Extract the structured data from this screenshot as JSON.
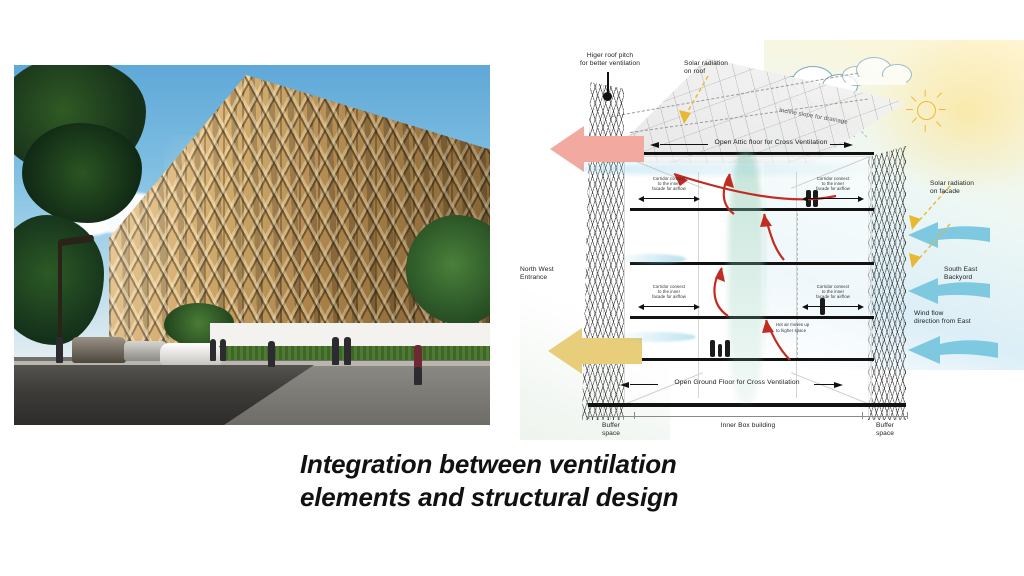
{
  "slide": {
    "caption": "Integration between ventilation\nelements and structural design",
    "caption_line1": "Integration between ventilation",
    "caption_line2": "elements and structural design",
    "background_color": "#ffffff"
  },
  "photo": {
    "alt_description": "Architectural render of a timber diagrid facade building along a street with cars, pedestrians, trees and blue sky",
    "subjects": [
      "timber-diagrid-facade",
      "street",
      "cars",
      "pedestrians",
      "trees",
      "hedge",
      "white-wall",
      "sky",
      "clouds"
    ],
    "palette": {
      "sky_top": "#5fa8d8",
      "sky_bottom": "#e6eef2",
      "timber_light": "#e8c88a",
      "timber_dark": "#8d6b3c",
      "road": "#3f3d3a",
      "hedge": "#4f7a32"
    }
  },
  "diagram": {
    "title": "Ventilation section diagram",
    "labels": {
      "roof_pitch": "Higer roof pitch\nfor better ventilation",
      "roof_pitch_line1": "Higer roof pitch",
      "roof_pitch_line2": "for better ventilation",
      "solar_roof": "Solar radiation\non roof",
      "solar_roof_line1": "Solar radiation",
      "solar_roof_line2": "on roof",
      "incline_slope": "Incline slope for drainage",
      "solar_facade": "Solar radiation\non facade",
      "solar_facade_line1": "Solar radiation",
      "solar_facade_line2": "on facade",
      "north_west_entrance": "North West\nEntrance",
      "north_west_entrance_line1": "North West",
      "north_west_entrance_line2": "Entrance",
      "south_east_backyard": "South East\nBackyord",
      "south_east_backyard_line1": "South East",
      "south_east_backyard_line2": "Backyord",
      "wind_flow": "Wind flow\ndirection from East",
      "wind_flow_line1": "Wind flow",
      "wind_flow_line2": "direction from East",
      "open_attic": "Open Attic floor for Cross Ventilation",
      "open_ground": "Open Ground Floor for Cross Ventilation",
      "corridor_left": "Corridor connect\nto the inner\nfacade for airflow",
      "corridor_left_line1": "Corridor connect",
      "corridor_left_line2": "to the inner",
      "corridor_left_line3": "facade for airflow",
      "corridor_right": "Corridor connect\nto the inner\nfacade for airflow",
      "corridor_right_line1": "Corridor connect",
      "corridor_right_line2": "to the inner",
      "corridor_right_line3": "facade for airflow",
      "corridor_lower_left": "Corridor connect\nto the inner\nfacade for airflow",
      "corridor_lower_left_line1": "Corridor connect",
      "corridor_lower_left_line2": "to the inner",
      "corridor_lower_left_line3": "facade for airflow",
      "corridor_lower_right": "Corridor connect\nto the inner\nfacade for airflow",
      "corridor_lower_right_line1": "Corridor connect",
      "corridor_lower_right_line2": "to the inner",
      "corridor_lower_right_line3": "facade for airflow",
      "hot_air": "Hot air moves up\nto higher space",
      "hot_air_line1": "Hot air moves up",
      "hot_air_line2": "to higher space",
      "buffer_space_left": "Buffer\nspace",
      "buffer_space_left_line1": "Buffer",
      "buffer_space_left_line2": "space",
      "buffer_space_right": "Buffer\nspace",
      "buffer_space_right_line1": "Buffer",
      "buffer_space_right_line2": "space",
      "inner_box": "Inner Box building"
    },
    "icons": {
      "sun": "sun-icon",
      "cloud": "cloud-icon",
      "rain": "rain-icon"
    },
    "colors": {
      "exhaust_arrow": "#f2a9a0",
      "exhaust_arrow_2": "#e8cd7a",
      "wind_arrow": "#7ec8e0",
      "hot_air_arrow": "#c22b21",
      "solar_arrow": "#e8b830",
      "slab": "#121212",
      "sun": "#f0b93a",
      "cloud_outline": "#7fa9bd"
    },
    "dimensions": {
      "buffer_left_label": "Buffer space",
      "inner_box_label": "Inner Box building",
      "buffer_right_label": "Buffer space"
    }
  }
}
